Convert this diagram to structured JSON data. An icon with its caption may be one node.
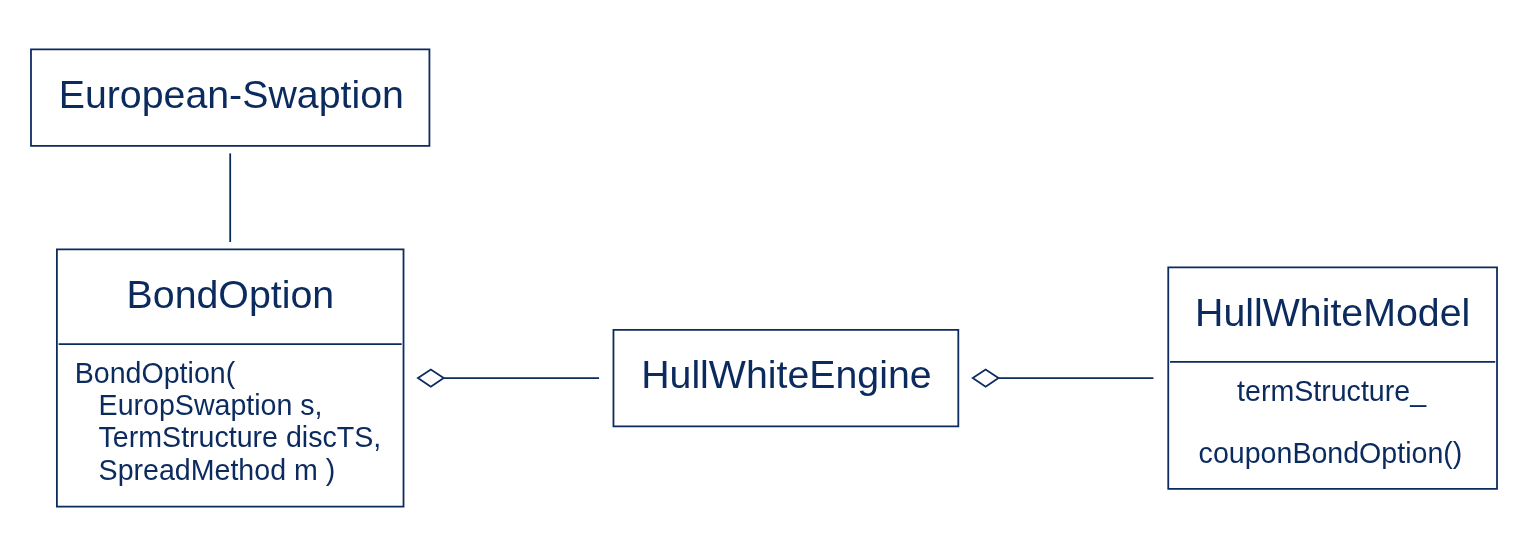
{
  "diagram": {
    "nodes": [
      {
        "text": [
          "European-Swaption"
        ]
      },
      {
        "text": [
          "BondOption",
          "BondOption( EuropSwaption s, TermStructure discTS, SpreadMethod m )"
        ]
      },
      {
        "text": [
          "HullWhiteEngine"
        ]
      },
      {
        "text": [
          "HullWhiteModel",
          "termStructure_",
          "couponBondOption()"
        ]
      }
    ],
    "edges": [
      {
        "from": 0,
        "to": 1,
        "arrow": "none"
      },
      {
        "from": 1,
        "to": 2,
        "arrow": "other"
      },
      {
        "from": 2,
        "to": 3,
        "arrow": "other"
      }
    ]
  }
}
